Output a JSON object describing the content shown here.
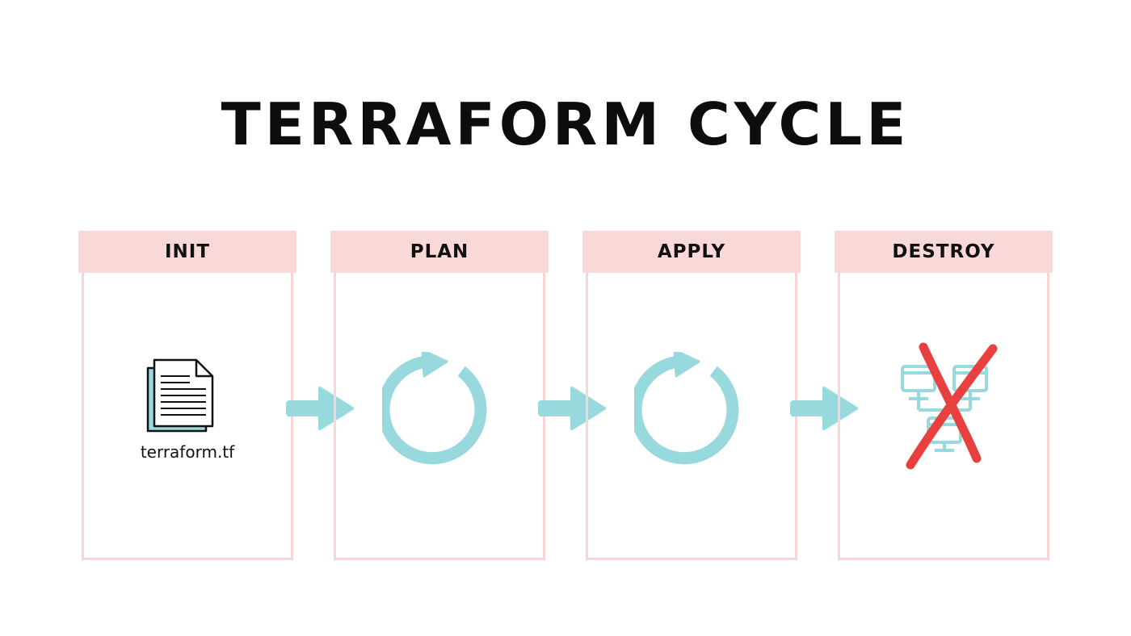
{
  "title": "TERRAFORM CYCLE",
  "stages": [
    {
      "label": "INIT",
      "icon": "document-icon",
      "caption": "terraform.tf"
    },
    {
      "label": "PLAN",
      "icon": "refresh-icon"
    },
    {
      "label": "APPLY",
      "icon": "refresh-icon"
    },
    {
      "label": "DESTROY",
      "icon": "servers-crossed-out-icon"
    }
  ],
  "colors": {
    "header": "#f9d8d8",
    "frame": "#f7d6d6",
    "accent": "#97d9dd",
    "cross": "#e8403f"
  }
}
